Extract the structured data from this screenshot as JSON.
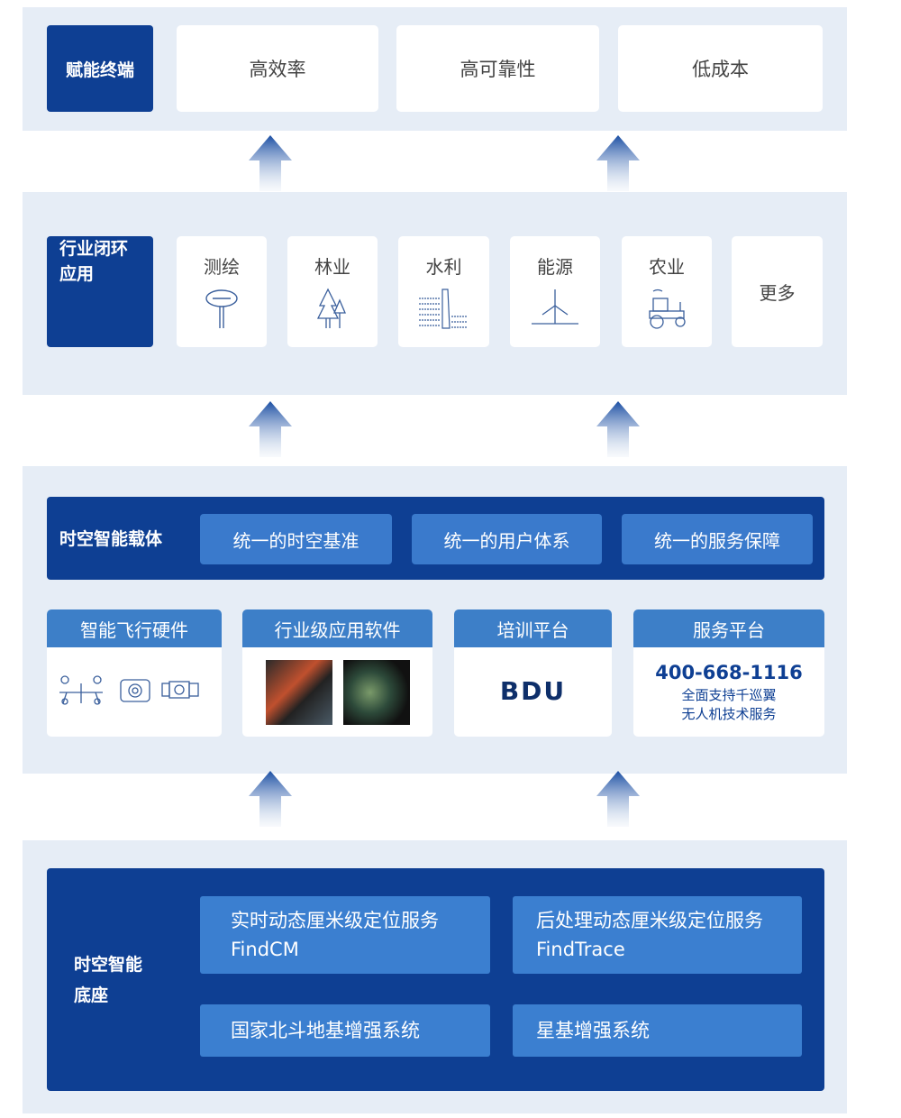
{
  "layer1": {
    "label": "赋能终端",
    "items": [
      "高效率",
      "高可靠性",
      "低成本"
    ]
  },
  "layer2": {
    "label_line1": "行业闭环",
    "label_line2": "应用",
    "items": [
      {
        "label": "测绘",
        "icon": "gnss-receiver-icon"
      },
      {
        "label": "林业",
        "icon": "trees-icon"
      },
      {
        "label": "水利",
        "icon": "dam-icon"
      },
      {
        "label": "能源",
        "icon": "wind-turbine-icon"
      },
      {
        "label": "农业",
        "icon": "tractor-icon"
      },
      {
        "label": "更多"
      }
    ]
  },
  "layer3": {
    "label": "时空智能载体",
    "pills": [
      "统一的时空基准",
      "统一的用户体系",
      "统一的服务保障"
    ],
    "cards": {
      "hardware": "智能飞行硬件",
      "software": "行业级应用软件",
      "training": "培训平台",
      "training_logo": "BDU",
      "service": "服务平台",
      "phone": "400-668-1116",
      "service_line1": "全面支持千巡翼",
      "service_line2": "无人机技术服务"
    }
  },
  "layer4": {
    "label_line1": "时空智能",
    "label_line2": "底座",
    "boxes": [
      {
        "title": "实时动态厘米级定位服务",
        "sub": "FindCM"
      },
      {
        "title": "后处理动态厘米级定位服务",
        "sub": "FindTrace"
      },
      {
        "title": "国家北斗地基增强系统"
      },
      {
        "title": "星基增强系统"
      }
    ]
  },
  "colors": {
    "dark": "#0e3f93",
    "band": "#e6edf6",
    "accent": "#3a7acc"
  }
}
